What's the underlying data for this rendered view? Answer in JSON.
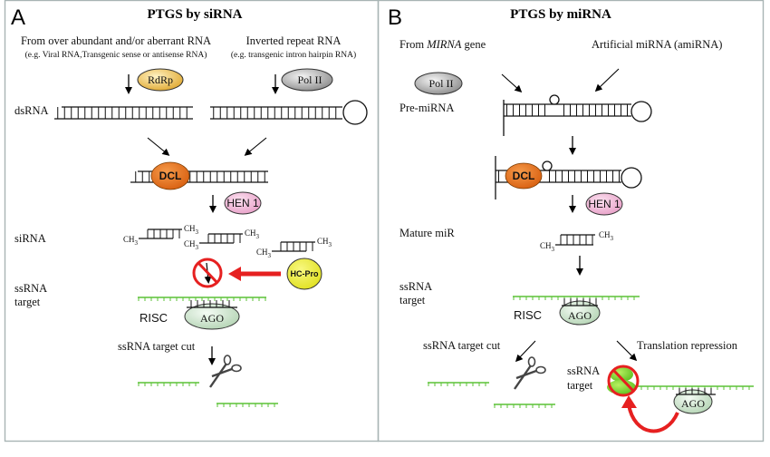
{
  "figure": {
    "panels": [
      {
        "letter": "A",
        "title": "PTGS by siRNA",
        "source_left": {
          "title": "From over abundant and/or aberrant RNA",
          "subtitle": "(e.g. Viral RNA,Transgenic sense or antisense RNA)",
          "enzyme": "RdRp"
        },
        "source_right": {
          "title": "Inverted repeat RNA",
          "subtitle": "(e.g. transgenic intron hairpin RNA)",
          "enzyme": "Pol II"
        },
        "labels": {
          "dsrna": "dsRNA",
          "sirna": "siRNA",
          "ssrna_target_1": "ssRNA",
          "ssrna_target_2": "target",
          "risc": "RISC",
          "target_cut": "ssRNA target cut"
        },
        "enzymes": {
          "dcl": "DCL",
          "hen1": "HEN 1",
          "hcpro": "HC-Pro",
          "ago": "AGO"
        },
        "methyl": "CH3"
      },
      {
        "letter": "B",
        "title": "PTGS by miRNA",
        "source_left": {
          "prefix": "From ",
          "italic": "MIRNA",
          "suffix": " gene"
        },
        "source_right": {
          "title": "Artificial miRNA (amiRNA)"
        },
        "labels": {
          "pre_mirna": "Pre-miRNA",
          "mature_mir": "Mature miR",
          "ssrna_target_1": "ssRNA",
          "ssrna_target_2": "target",
          "risc": "RISC",
          "target_cut": "ssRNA target cut",
          "translation_repression": "Translation repression",
          "ssrna_target_b_1": "ssRNA",
          "ssrna_target_b_2": "target"
        },
        "enzymes": {
          "polii": "Pol II",
          "dcl": "DCL",
          "hen1": "HEN 1",
          "ago": "AGO",
          "ago2": "AGO"
        },
        "methyl": "CH3"
      }
    ],
    "colors": {
      "rdrp": "#f0c050",
      "polii": "#bdbdbd",
      "dcl": "#e8731a",
      "hen1": "#f2b8d8",
      "hcpro": "#eeee3a",
      "ago": "#d8ecd8",
      "ssrna": "#5bc236",
      "inhibit": "#e62020",
      "border": "#a8b4b4"
    }
  }
}
